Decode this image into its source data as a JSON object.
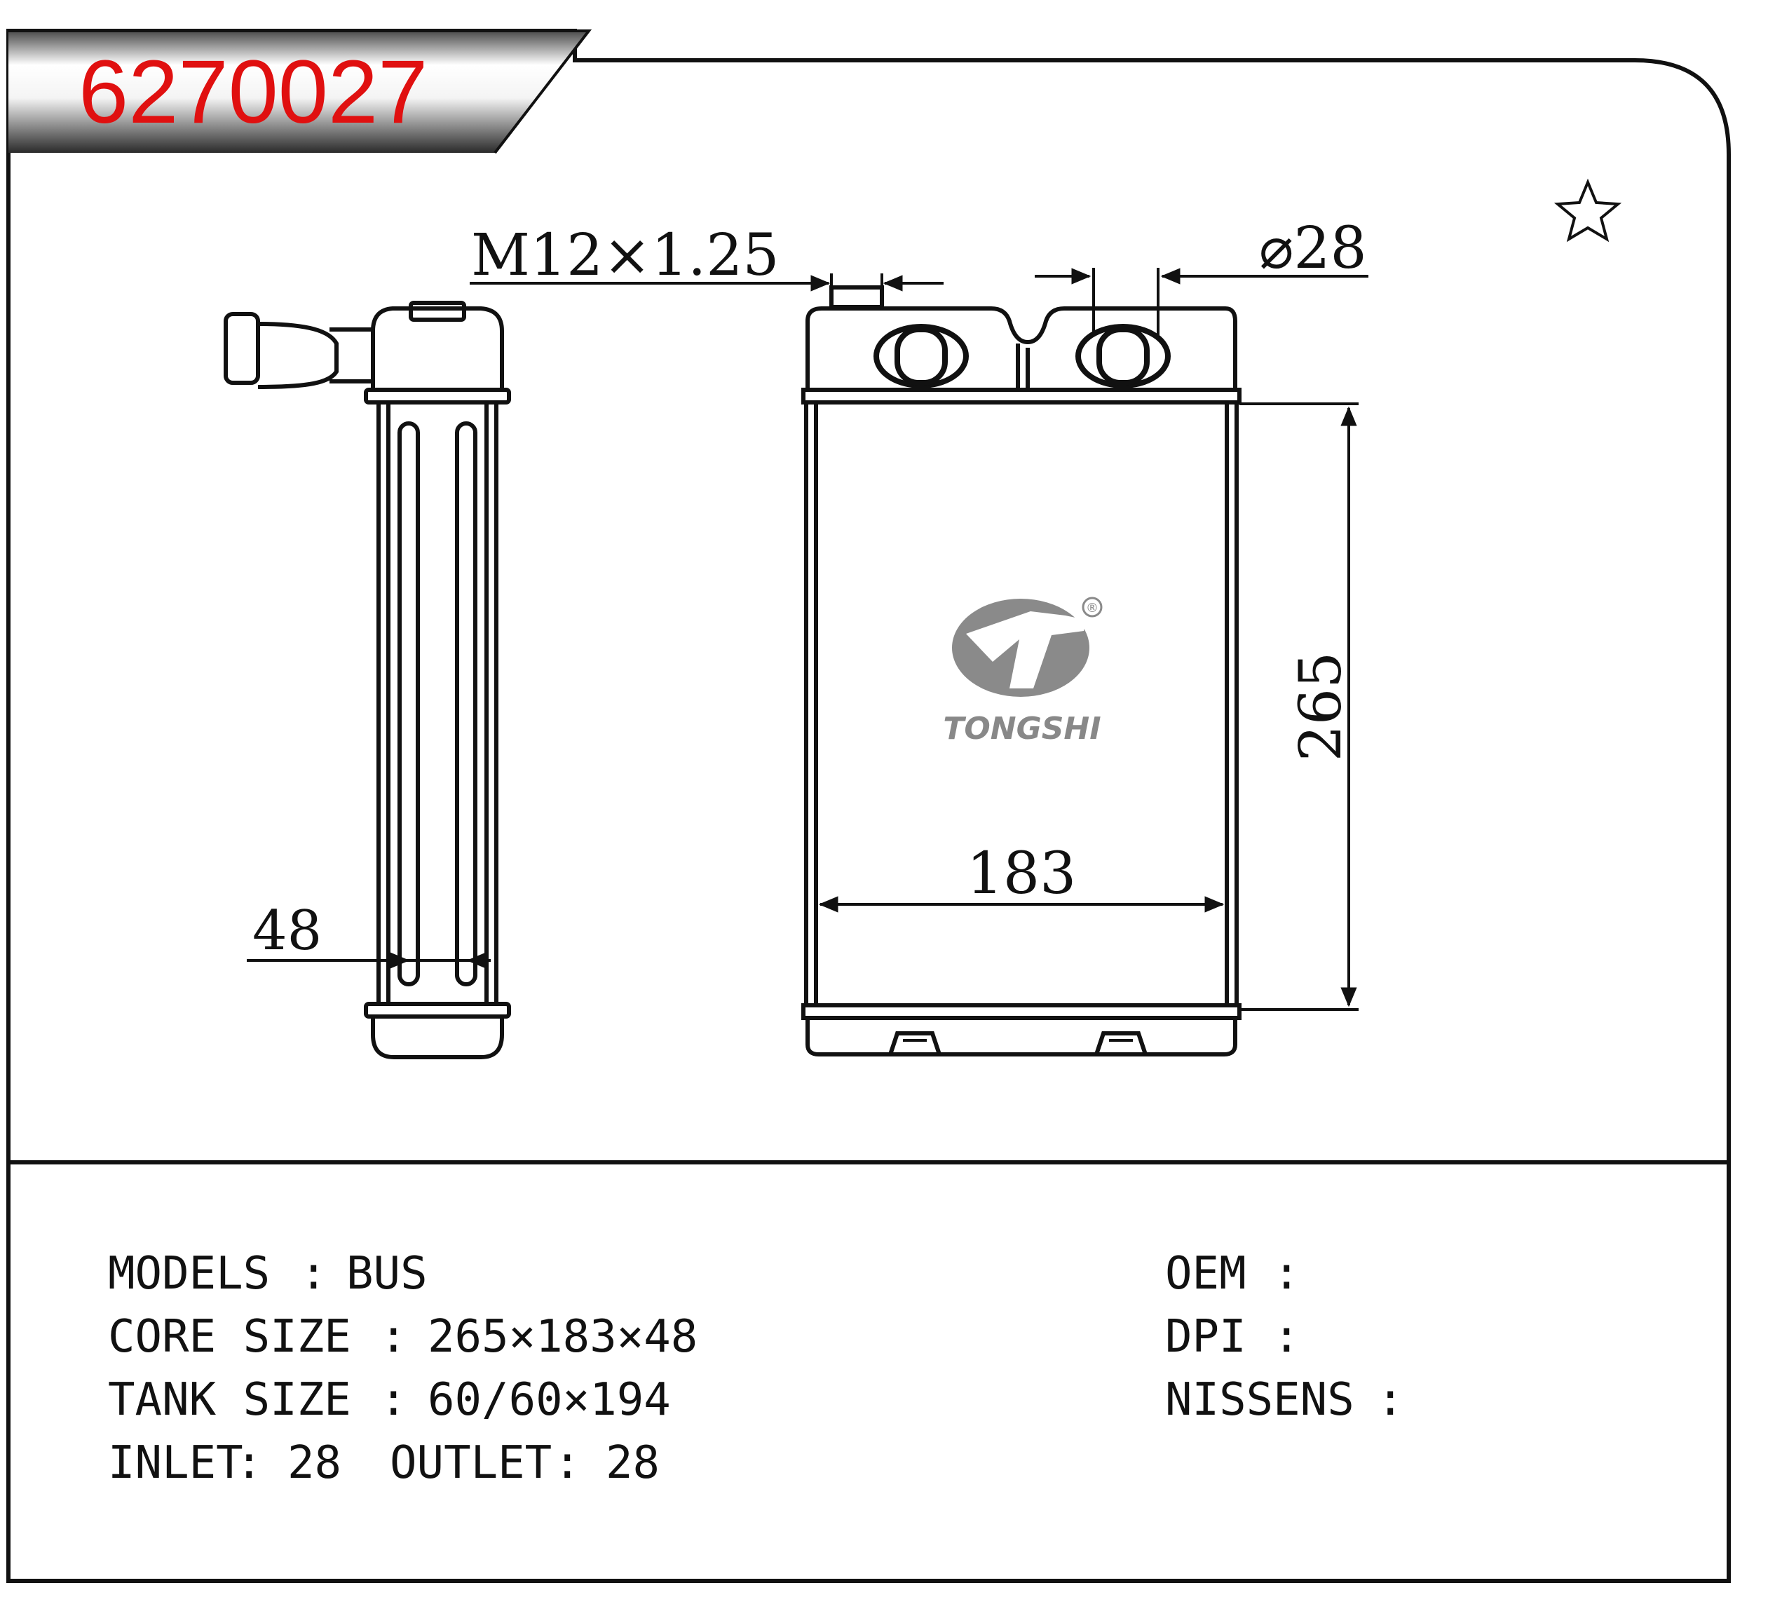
{
  "header": {
    "part_number": "6270027",
    "part_number_color": "#e01010"
  },
  "marker": {
    "icon": "star-outline-icon"
  },
  "drawing": {
    "thread_label": "M12×1.25",
    "pipe_diameter_label": "⌀28",
    "height_label": "265",
    "width_label": "183",
    "depth_label": "48",
    "brand": {
      "name": "TONGSHI",
      "registered_mark": "®",
      "logo_icon": "tongshi-logo-icon",
      "logo_color": "#8a8a8a"
    }
  },
  "specs": {
    "left": [
      {
        "label": "MODELS",
        "sep": ":",
        "value": "BUS"
      },
      {
        "label": "CORE SIZE",
        "sep": ":",
        "value": "265×183×48"
      },
      {
        "label": "TANK SIZE",
        "sep": ":",
        "value": "60/60×194"
      },
      {
        "label": "INLET",
        "sep": ":",
        "value": "28",
        "label2": "OUTLET",
        "value2": "28"
      }
    ],
    "right": [
      {
        "label": "OEM",
        "sep": ":"
      },
      {
        "label": "DPI",
        "sep": ":"
      },
      {
        "label": "NISSENS",
        "sep": ":"
      }
    ]
  }
}
